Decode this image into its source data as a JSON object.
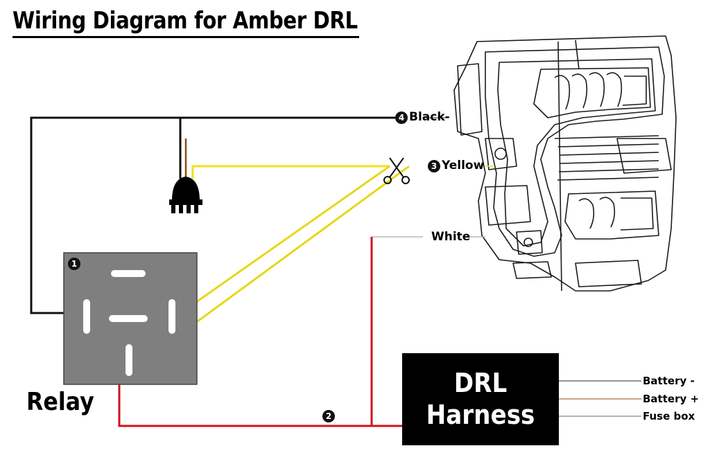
{
  "title": "Wiring Diagram for Amber DRL",
  "relay": {
    "label": "Relay",
    "marker": "1"
  },
  "harness": {
    "line1": "DRL",
    "line2": "Harness"
  },
  "wires": {
    "black": {
      "marker": "4",
      "label": "Black-",
      "color": "#111111"
    },
    "yellow": {
      "marker": "3",
      "label": "Yellow",
      "color": "#f2e12c"
    },
    "white": {
      "label": "White",
      "color": "#cccccc"
    },
    "red": {
      "marker": "2",
      "color": "#d0121b"
    }
  },
  "harness_outputs": [
    {
      "label": "Battery -",
      "color": "#555555"
    },
    {
      "label": "Battery +",
      "color": "#b06a3a"
    },
    {
      "label": "Fuse box",
      "color": "#888888"
    }
  ],
  "icons": [
    "scissors-icon",
    "plug-connector-icon",
    "headlight-assembly-icon"
  ]
}
